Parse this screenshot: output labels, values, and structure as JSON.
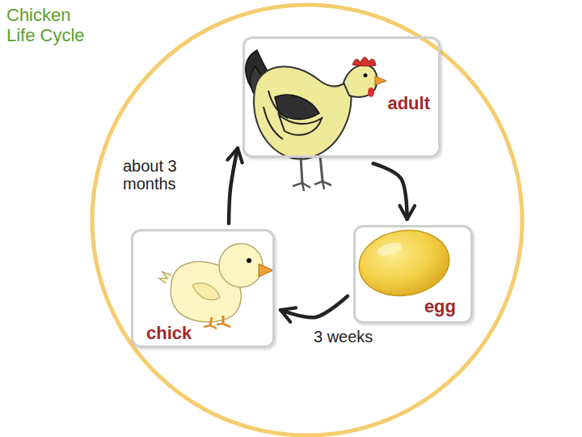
{
  "diagram": {
    "title": "Chicken Life Cycle",
    "nodes": [
      {
        "text": [
          "adult"
        ]
      },
      {
        "text": [
          "egg"
        ]
      },
      {
        "text": [
          "chick"
        ]
      }
    ],
    "edges": [
      {
        "from": 0,
        "to": 1,
        "arrow": "to"
      },
      {
        "from": 1,
        "to": 2,
        "label": "3 weeks",
        "arrow": "to"
      },
      {
        "from": 2,
        "to": 0,
        "label": "about 3 months",
        "arrow": "to"
      }
    ]
  }
}
